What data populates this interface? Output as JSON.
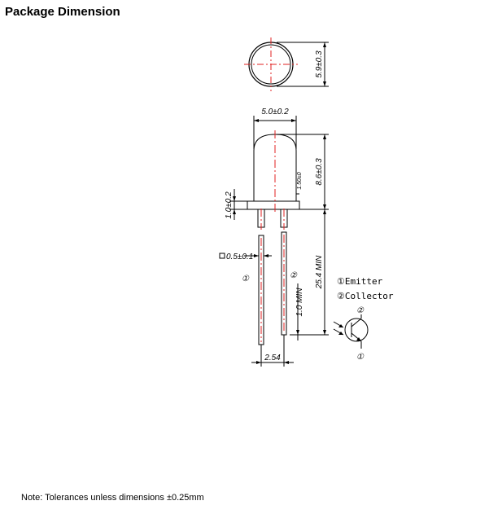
{
  "title": "Package Dimension",
  "note": "Note: Tolerances unless dimensions ±0.25mm",
  "dimensions": {
    "top_view_diameter": "5.9±0.3",
    "body_width": "5.0±0.2",
    "body_height": "8.6±0.3",
    "flange": "1.0±0.2",
    "inner_small": "1.50±0",
    "lead_width": "0.5±0.1",
    "lead_length": "25.4 MIN",
    "lead_min": "1.0 MIN",
    "lead_spacing": "2.54"
  },
  "pins": {
    "pin1_mark": "①",
    "pin2_mark": "②"
  },
  "legend": {
    "pin1": "①Emitter",
    "pin2": "②Collector"
  },
  "schematic": {
    "top_mark": "②",
    "bottom_mark": "①"
  },
  "colors": {
    "line": "#000000",
    "centerline": "#e02020"
  }
}
